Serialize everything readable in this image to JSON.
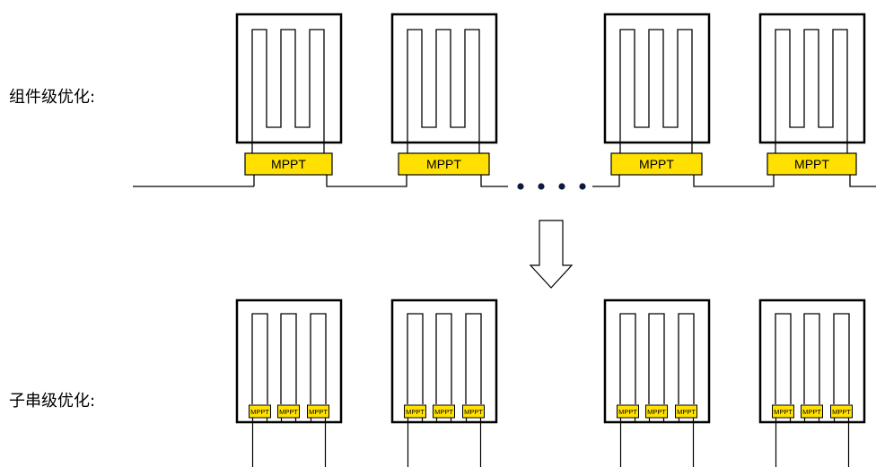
{
  "labels": {
    "module_level": "组件级优化:",
    "substring_level": "子串级优化:"
  },
  "mppt_label": "MPPT",
  "colors": {
    "mppt_fill": "#FFE000",
    "line": "#000000"
  }
}
